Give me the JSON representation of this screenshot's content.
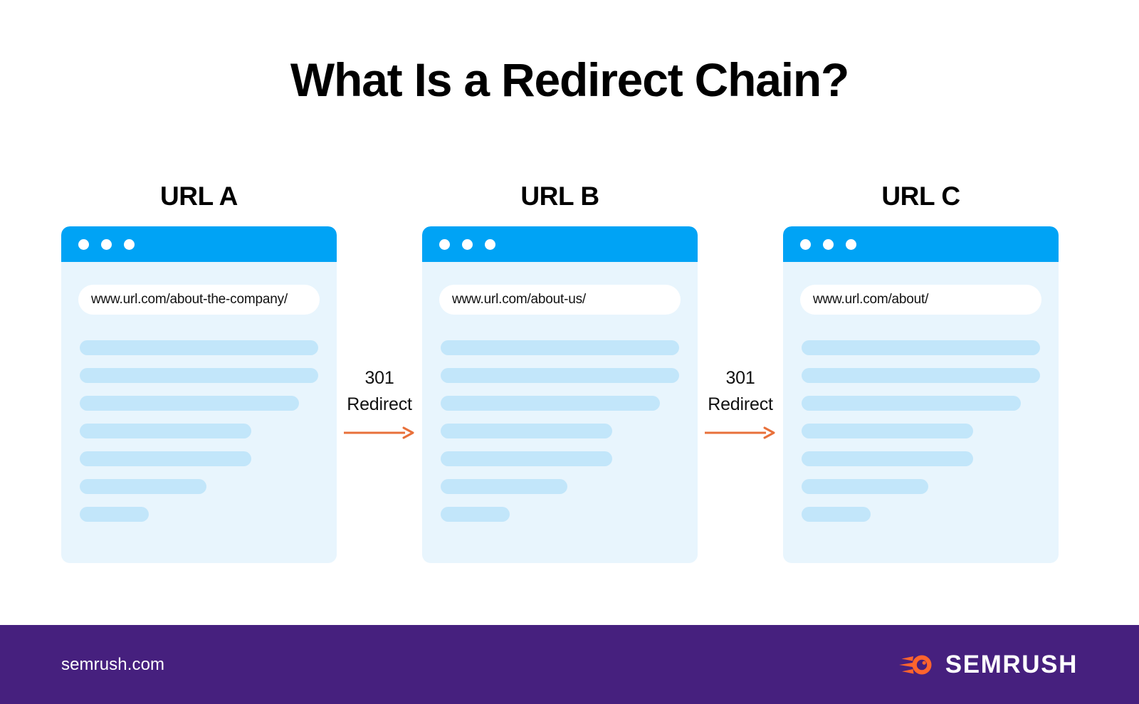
{
  "title": "What Is a Redirect Chain?",
  "colors": {
    "page_background": "#ffffff",
    "browser_topbar": "#00a3f5",
    "card_body": "#e8f5fd",
    "placeholder_bar": "#c2e6fa",
    "arrow": "#e8703a",
    "footer_background": "#46207e",
    "footer_text": "#ffffff",
    "brand_mark": "#ff642d",
    "title_text": "#000000"
  },
  "cards": [
    {
      "heading": "URL A",
      "url": "www.url.com/about-the-company/",
      "dots": [
        "window-dot",
        "window-dot",
        "window-dot"
      ],
      "bar_widths": [
        "100%",
        "100%",
        "92%",
        "72%",
        "72%",
        "53%",
        "29%"
      ]
    },
    {
      "heading": "URL B",
      "url": "www.url.com/about-us/",
      "dots": [
        "window-dot",
        "window-dot",
        "window-dot"
      ],
      "bar_widths": [
        "100%",
        "100%",
        "92%",
        "72%",
        "72%",
        "53%",
        "29%"
      ]
    },
    {
      "heading": "URL C",
      "url": "www.url.com/about/",
      "dots": [
        "window-dot",
        "window-dot",
        "window-dot"
      ],
      "bar_widths": [
        "100%",
        "100%",
        "92%",
        "72%",
        "72%",
        "53%",
        "29%"
      ]
    }
  ],
  "connectors": [
    {
      "label": "301\nRedirect",
      "code": "301",
      "kind": "Redirect",
      "icon": "arrow-right-icon"
    },
    {
      "label": "301\nRedirect",
      "code": "301",
      "kind": "Redirect",
      "icon": "arrow-right-icon"
    }
  ],
  "footer": {
    "url": "semrush.com",
    "brand_name": "SEMRUSH",
    "brand_icon": "semrush-comet-logo-icon"
  }
}
